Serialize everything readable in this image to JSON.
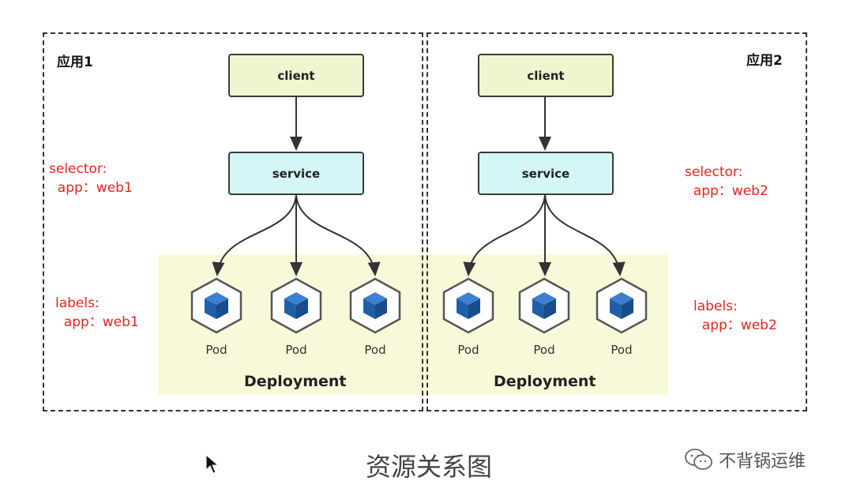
{
  "app1": {
    "title": "应用1",
    "client": "client",
    "service": "service",
    "selector": "selector:\n  app：web1",
    "labels": "labels:\n  app：web1",
    "deployment": "Deployment"
  },
  "app2": {
    "title": "应用2",
    "client": "client",
    "service": "service",
    "selector": "selector:\n  app：web2",
    "labels": "labels:\n  app：web2",
    "deployment": "Deployment"
  },
  "pods": [
    "Pod",
    "Pod",
    "Pod",
    "Pod",
    "Pod",
    "Pod"
  ],
  "caption": "资源关系图",
  "watermark": "不背锅运维",
  "colors": {
    "label_red": "#e8241f",
    "client_fill": "#eef6cf",
    "service_fill": "#d4f6f6",
    "deploy_fill": "#f8f9d9",
    "pod_blue": "#1f5fa8"
  },
  "icons": [
    "kubernetes-pod-icon",
    "wechat-icon",
    "mouse-cursor-icon"
  ]
}
